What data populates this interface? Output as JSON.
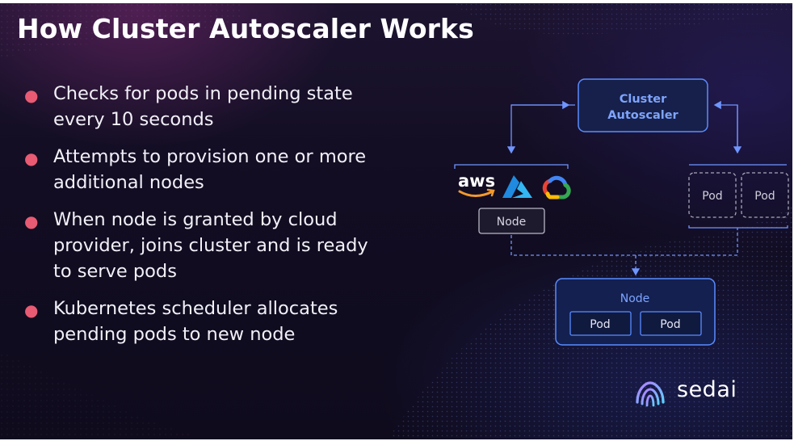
{
  "slide": {
    "title": "How Cluster Autoscaler Works",
    "bullets": [
      {
        "lines": [
          "Checks for pods in pending state",
          "every 10 seconds"
        ]
      },
      {
        "lines": [
          "Attempts to provision one or more",
          "additional nodes"
        ]
      },
      {
        "lines": [
          "When node is granted by cloud",
          "provider, joins cluster and is ready",
          "to serve pods"
        ]
      },
      {
        "lines": [
          "Kubernetes scheduler allocates",
          "pending pods to new node"
        ]
      }
    ]
  },
  "diagram": {
    "autoscaler": {
      "lines": [
        "Cluster",
        "Autoscaler"
      ]
    },
    "cloud_providers": {
      "aws_label": "aws",
      "icons": [
        "aws-icon",
        "azure-icon",
        "google-cloud-icon"
      ]
    },
    "provider_node_label": "Node",
    "pending_pods": [
      "Pod",
      "Pod"
    ],
    "new_node": {
      "label": "Node",
      "pods": [
        "Pod",
        "Pod"
      ]
    }
  },
  "brand": {
    "name": "sedai",
    "icon": "sedai-logo-icon"
  },
  "colors": {
    "accent_blue": "#5b8cff",
    "bullet_dot": "#e85b73",
    "title": "#ffffff"
  }
}
